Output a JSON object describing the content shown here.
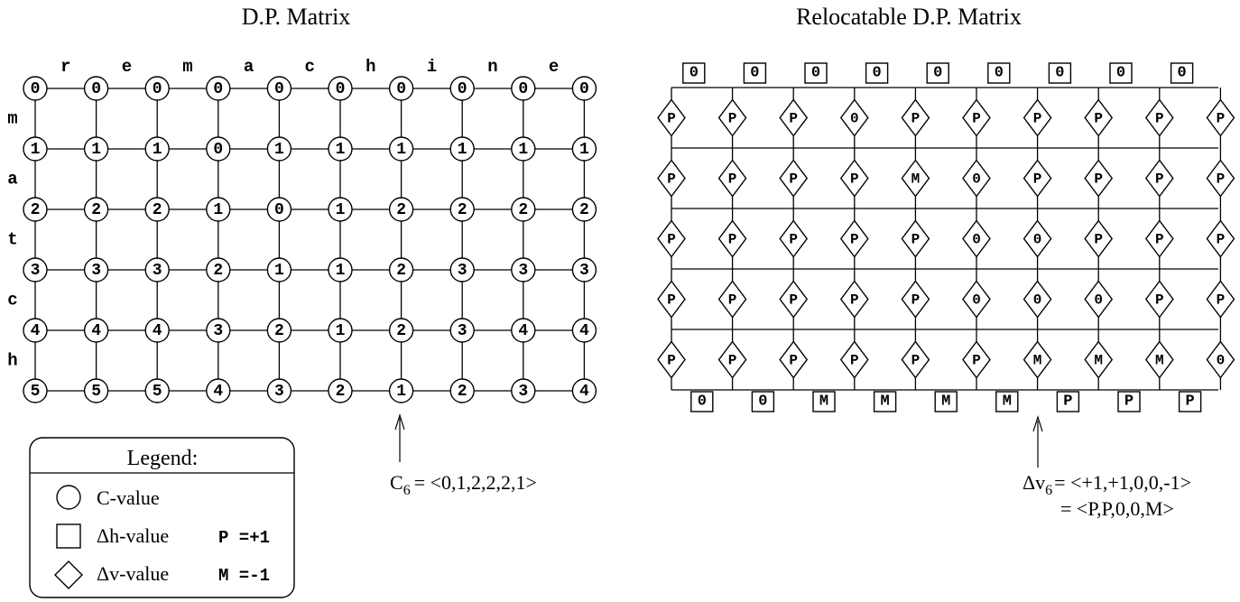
{
  "left": {
    "title": "D.P. Matrix",
    "col_letters": [
      "r",
      "e",
      "m",
      "a",
      "c",
      "h",
      "i",
      "n",
      "e"
    ],
    "row_letters": [
      "m",
      "a",
      "t",
      "c",
      "h"
    ],
    "c_values": [
      [
        "0",
        "0",
        "0",
        "0",
        "0",
        "0",
        "0",
        "0",
        "0",
        "0"
      ],
      [
        "1",
        "1",
        "1",
        "0",
        "1",
        "1",
        "1",
        "1",
        "1",
        "1"
      ],
      [
        "2",
        "2",
        "2",
        "1",
        "0",
        "1",
        "2",
        "2",
        "2",
        "2"
      ],
      [
        "3",
        "3",
        "3",
        "2",
        "1",
        "1",
        "2",
        "3",
        "3",
        "3"
      ],
      [
        "4",
        "4",
        "4",
        "3",
        "2",
        "1",
        "2",
        "3",
        "4",
        "4"
      ],
      [
        "5",
        "5",
        "5",
        "4",
        "3",
        "2",
        "1",
        "2",
        "3",
        "4"
      ]
    ],
    "annotation": {
      "prefix": "C",
      "sub": "6",
      "text": "= <0,1,2,2,2,1>"
    }
  },
  "right": {
    "title": "Relocatable D.P. Matrix",
    "top_h": [
      "0",
      "0",
      "0",
      "0",
      "0",
      "0",
      "0",
      "0",
      "0"
    ],
    "v_values": [
      [
        "P",
        "P",
        "P",
        "0",
        "P",
        "P",
        "P",
        "P",
        "P",
        "P"
      ],
      [
        "P",
        "P",
        "P",
        "P",
        "M",
        "0",
        "P",
        "P",
        "P",
        "P"
      ],
      [
        "P",
        "P",
        "P",
        "P",
        "P",
        "0",
        "0",
        "P",
        "P",
        "P"
      ],
      [
        "P",
        "P",
        "P",
        "P",
        "P",
        "0",
        "0",
        "0",
        "P",
        "P"
      ],
      [
        "P",
        "P",
        "P",
        "P",
        "P",
        "P",
        "M",
        "M",
        "M",
        "0"
      ]
    ],
    "bottom_h": [
      "0",
      "0",
      "M",
      "M",
      "M",
      "M",
      "P",
      "P",
      "P"
    ],
    "annotation": {
      "prefix": "Δv",
      "sub": "6",
      "line1": "= <+1,+1,0,0,-1>",
      "line2": "= <P,P,0,0,M>"
    }
  },
  "legend": {
    "title": "Legend:",
    "items": [
      {
        "icon": "circle",
        "label": "C-value",
        "def": ""
      },
      {
        "icon": "square",
        "label": "Δh-value",
        "def": "P =+1"
      },
      {
        "icon": "diamond",
        "label": "Δv-value",
        "def": "M =-1"
      }
    ]
  }
}
